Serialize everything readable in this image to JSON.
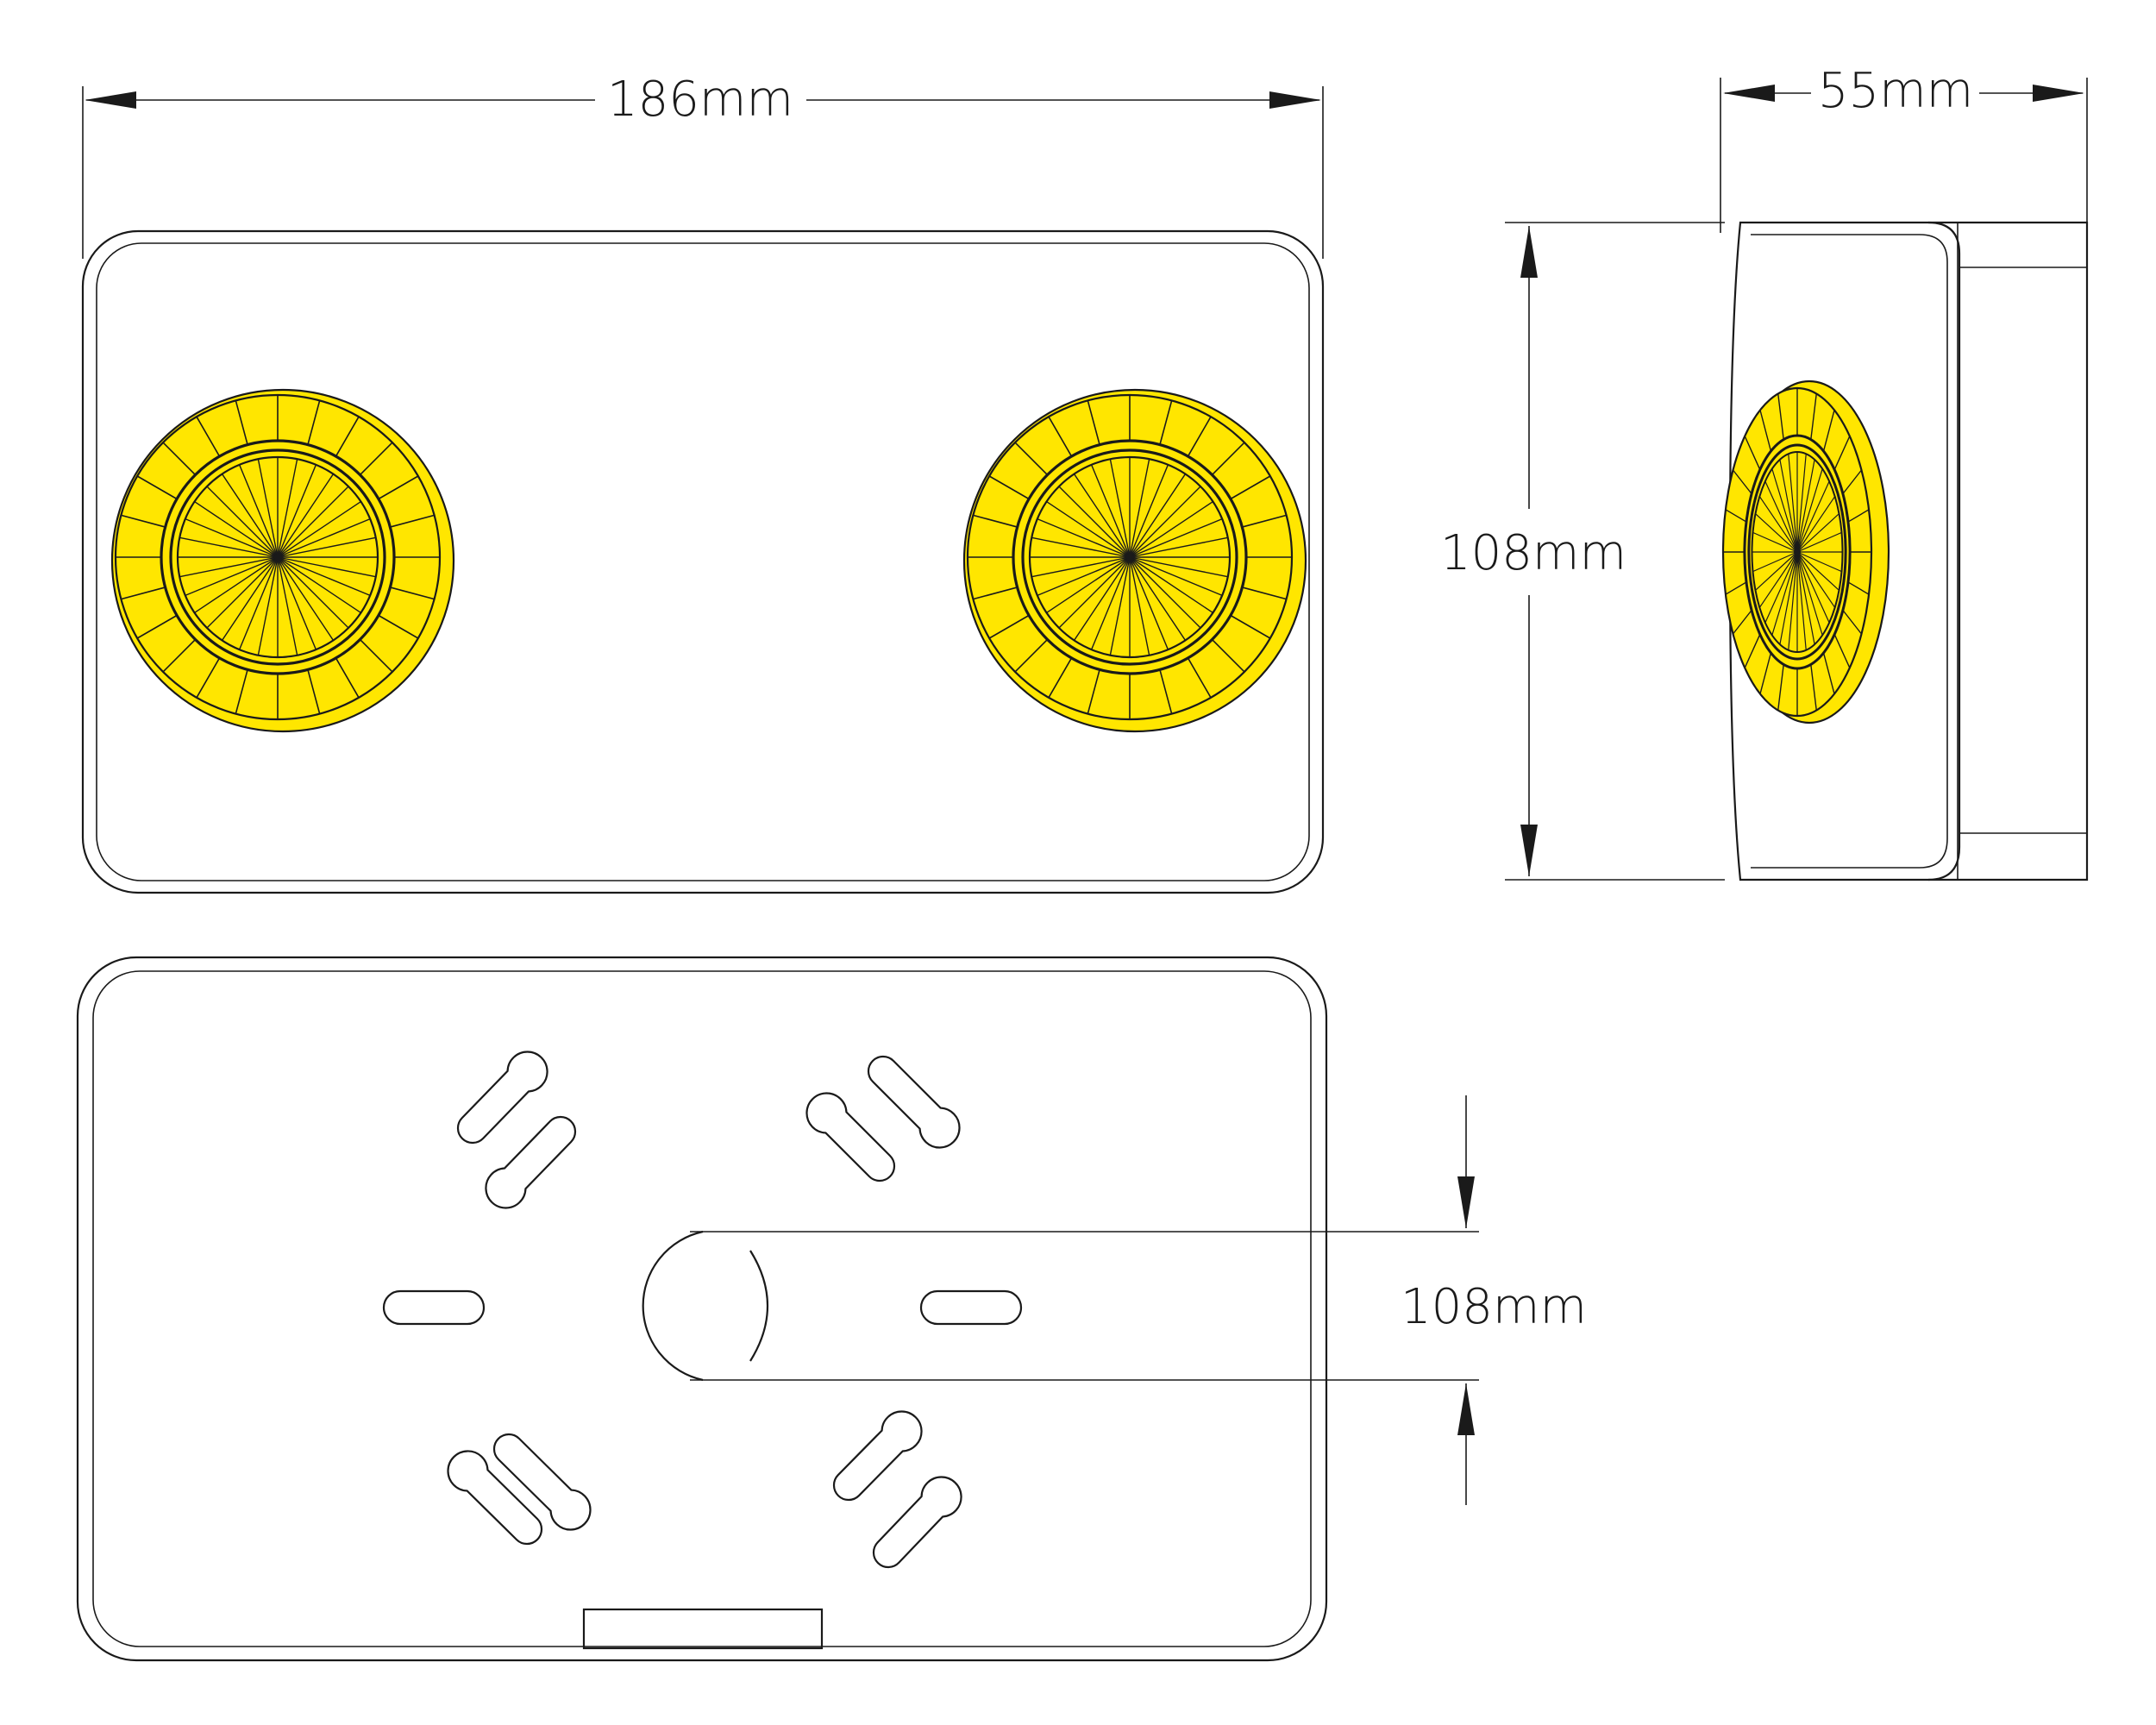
{
  "dimensions": {
    "width": "186mm",
    "depth": "55mm",
    "height": "108mm",
    "mount_spacing": "108mm"
  },
  "colors": {
    "lens_fill": "#ffe600",
    "line": "#1a1a1a",
    "background": "#ffffff"
  }
}
